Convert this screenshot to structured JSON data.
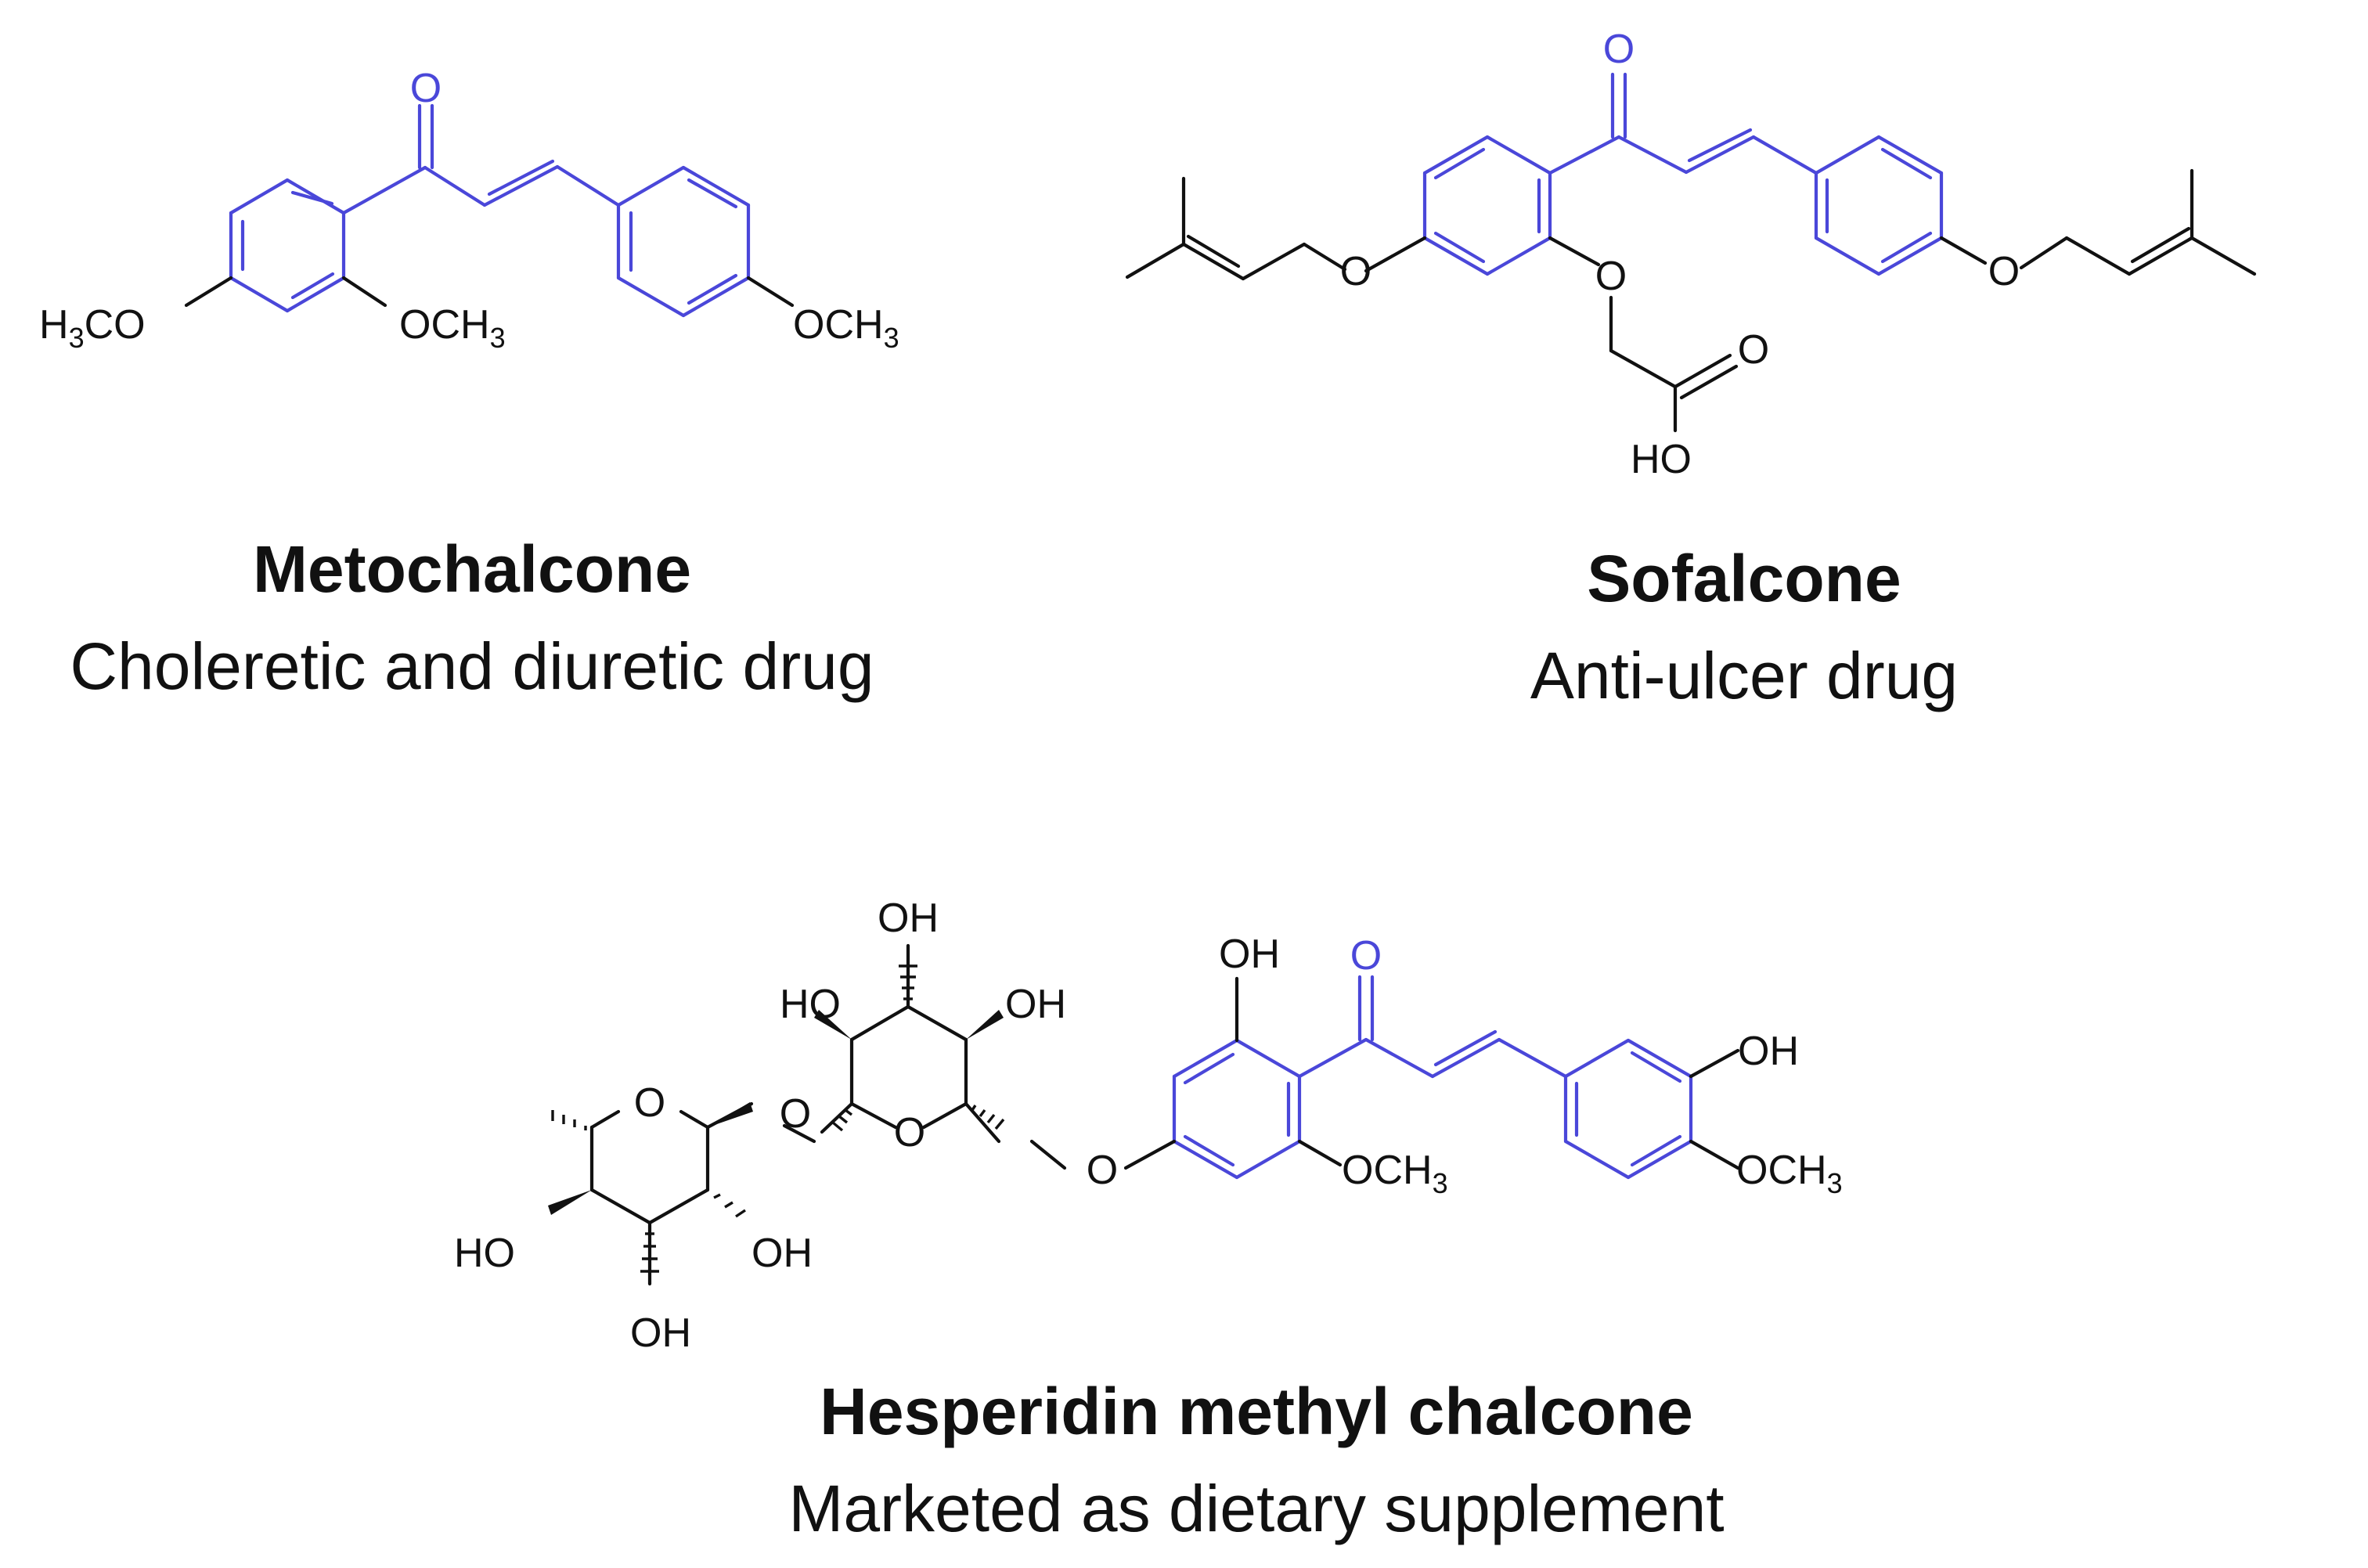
{
  "colors": {
    "chalcone_core": "#4a47d9",
    "bond": "#111111",
    "background": "#ffffff"
  },
  "compounds": [
    {
      "name": "Metochalcone",
      "description": "Choleretic and diuretic drug",
      "atom_labels": {
        "carbonyl_o": "O",
        "methoxy_left": "H3CO",
        "methoxy_ortho": "OCH3",
        "methoxy_para": "OCH3"
      }
    },
    {
      "name": "Sofalcone",
      "description": "Anti-ulcer drug",
      "atom_labels": {
        "carbonyl_o": "O",
        "ether_o_left": "O",
        "ether_o_ortho": "O",
        "ether_o_right": "O",
        "acid_o": "O",
        "acid_oh": "HO"
      }
    },
    {
      "name": "Hesperidin methyl chalcone",
      "description": "Marketed as dietary supplement",
      "atom_labels": {
        "carbonyl_o": "O",
        "phenol_oh": "OH",
        "methoxy_a": "OCH3",
        "aryl_oh": "OH",
        "methoxy_b": "OCH3",
        "glycosidic_o": "O",
        "glucose_ring_o": "O",
        "glucose_oh_top": "OH",
        "glucose_oh_left": "HO",
        "glucose_oh_right": "OH",
        "linker_o": "O",
        "rhamnose_ring_o": "O",
        "rhamnose_oh_left": "HO",
        "rhamnose_oh_right": "OH",
        "rhamnose_oh_bottom": "OH"
      }
    }
  ]
}
